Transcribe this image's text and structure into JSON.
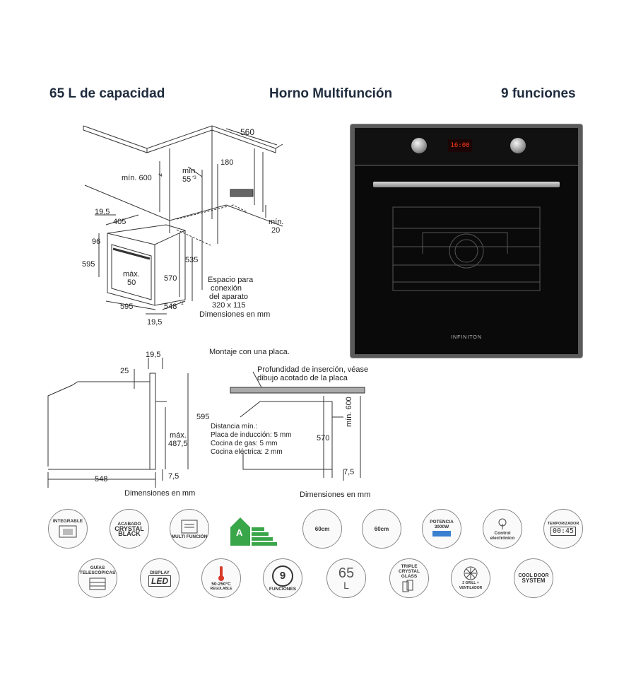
{
  "header": {
    "capacity": "65 L de capacidad",
    "product": "Horno  Multifunción",
    "functions": "9 funciones"
  },
  "diagram_top": {
    "d560": "560",
    "min600": "mín. 600",
    "min600_note": "*4",
    "min55": "mín.",
    "min55_val": "55",
    "min55_note": "*3",
    "d180": "180",
    "min20_a": "mín.",
    "min20_b": "20",
    "d19_5": "19,5",
    "d405": "405",
    "d96": "96",
    "d595_left": "595",
    "max50_a": "máx.",
    "max50_b": "50",
    "d570": "570",
    "d535": "535",
    "d595_bottom": "595",
    "d548": "548",
    "d548_note": "*2",
    "d19_5_bottom": "19,5",
    "space_1": "Espacio para",
    "space_2": "conexión",
    "space_3": "del aparato",
    "space_4": "320 x 115",
    "space_5": "Dimensiones en mm"
  },
  "diagram_side": {
    "d19_5": "19,5",
    "d25": "25",
    "d595": "595",
    "max_a": "máx.",
    "max_b": "487,5",
    "d7_5": "7,5",
    "d548": "548",
    "units": "Dimensiones en mm"
  },
  "diagram_install": {
    "title": "Montaje con una placa.",
    "depth_1": "Profundidad de inserción, véase",
    "depth_2": "dibujo acotado de la placa",
    "dist_1": "Distancia mín.:",
    "dist_2": "Placa de inducción: 5 mm",
    "dist_3": "Cocina de gas: 5 mm",
    "dist_4": "Cocina eléctrica: 2 mm",
    "d570": "570",
    "min600": "mín. 600",
    "d7_5": "7,5",
    "units": "Dimensiones en mm"
  },
  "oven": {
    "display": "16:00",
    "brand": "INFINITON"
  },
  "features_row1": [
    {
      "icon": "integrable-icon",
      "label": "INTEGRABLE"
    },
    {
      "icon": "crystal-black-icon",
      "label_a": "ACABADO",
      "label_b": "CRYSTAL",
      "label_c": "BLACK"
    },
    {
      "icon": "multifuncion-icon",
      "label": "MULTI FUNCIÓN"
    },
    {
      "icon": "energy-class-icon",
      "label": "A"
    },
    {
      "icon": "height-60cm-icon",
      "label": "60cm"
    },
    {
      "icon": "width-60cm-icon",
      "label": "60cm"
    },
    {
      "icon": "power-icon",
      "label_a": "POTENCIA",
      "label_b": "3000W"
    },
    {
      "icon": "electronic-control-icon",
      "label": "Control electrónico"
    },
    {
      "icon": "timer-icon",
      "label_a": "TEMPORIZADOR",
      "label_b": "00:45"
    }
  ],
  "features_row2": [
    {
      "icon": "telescopic-guides-icon",
      "label": "GUÍAS TELESCÓPICAS"
    },
    {
      "icon": "led-display-icon",
      "label_a": "DISPLAY",
      "label_b": "LED"
    },
    {
      "icon": "temperature-icon",
      "label_a": "50-250°C",
      "label_b": "REGULABLE"
    },
    {
      "icon": "nine-functions-icon",
      "label_a": "9",
      "label_b": "FUNCIONES"
    },
    {
      "icon": "capacity-icon",
      "label_a": "65",
      "label_b": "L"
    },
    {
      "icon": "triple-glass-icon",
      "label": "TRIPLE CRYSTAL GLASS"
    },
    {
      "icon": "grill-fan-icon",
      "label": "2 GRILL + VENTILADOR"
    },
    {
      "icon": "cool-door-icon",
      "label_a": "COOL DOOR",
      "label_b": "SYSTEM"
    }
  ],
  "colors": {
    "heading": "#1f2b3d",
    "energy_green": "#3aa64a",
    "display_red": "#ff3a1e",
    "temp_red": "#d83a2a"
  }
}
